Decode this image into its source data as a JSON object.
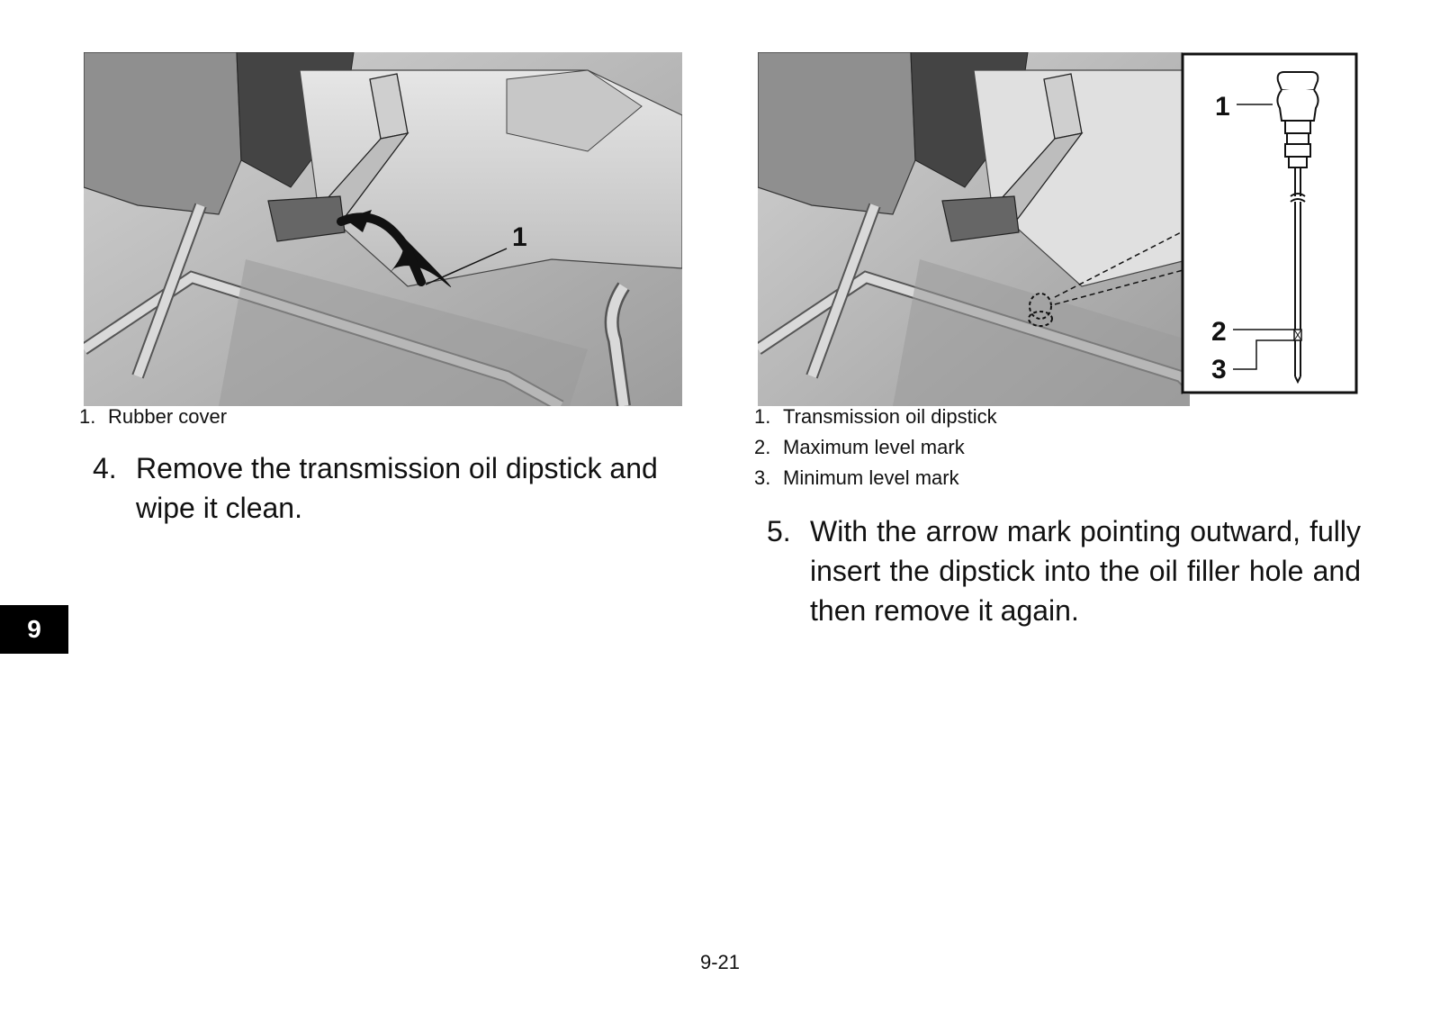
{
  "figure_left": {
    "callout": "1",
    "legend": [
      {
        "num": "1.",
        "text": "Rubber cover"
      }
    ]
  },
  "step4": {
    "num": "4.",
    "text": "Remove the transmission oil dipstick and wipe it clean."
  },
  "figure_right": {
    "callouts": [
      "1",
      "2",
      "3"
    ],
    "legend": [
      {
        "num": "1.",
        "text": "Transmission oil dipstick"
      },
      {
        "num": "2.",
        "text": "Maximum level mark"
      },
      {
        "num": "3.",
        "text": "Minimum level mark"
      }
    ]
  },
  "step5": {
    "num": "5.",
    "text": "With the arrow mark pointing outward, fully insert the dipstick into the oil filler hole and then remove it again."
  },
  "chapter_tab": "9",
  "page_number": "9-21",
  "colors": {
    "tab_background": "#000000",
    "illustration_gray": "#b8b8b8",
    "text": "#111111"
  }
}
